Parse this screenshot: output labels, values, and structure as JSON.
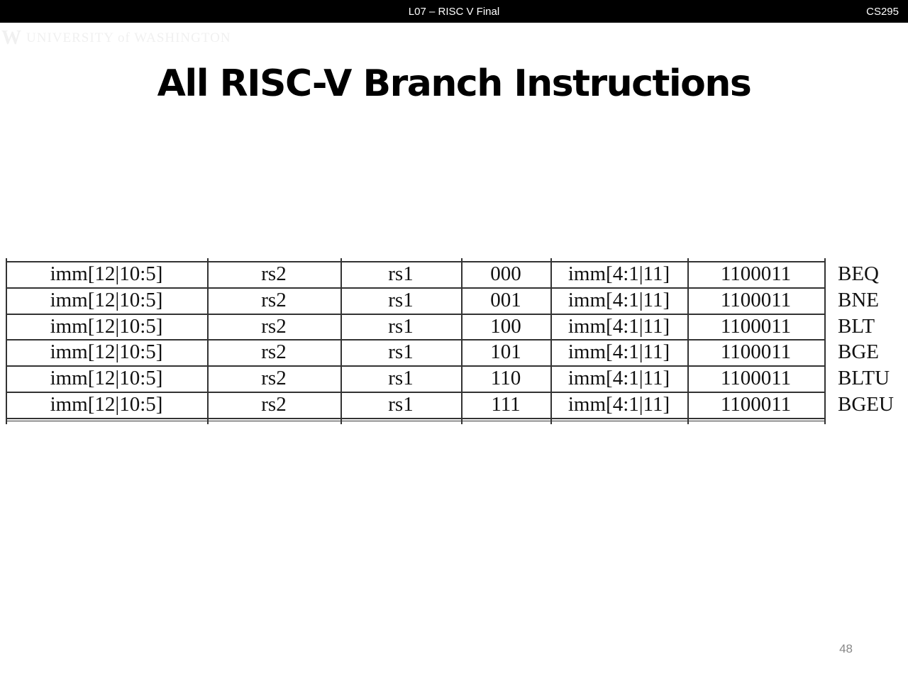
{
  "header": {
    "title": "L07 – RISC V Final",
    "course": "CS295"
  },
  "logo": {
    "mark": "W",
    "text": "UNIVERSITY of WASHINGTON"
  },
  "slide": {
    "title": "All RISC-V Branch Instructions",
    "page_number": "48"
  },
  "table": {
    "rows": [
      {
        "cells": [
          "imm[12|10:5]",
          "rs2",
          "rs1",
          "000",
          "imm[4:1|11]",
          "1100011"
        ],
        "name": "BEQ"
      },
      {
        "cells": [
          "imm[12|10:5]",
          "rs2",
          "rs1",
          "001",
          "imm[4:1|11]",
          "1100011"
        ],
        "name": "BNE"
      },
      {
        "cells": [
          "imm[12|10:5]",
          "rs2",
          "rs1",
          "100",
          "imm[4:1|11]",
          "1100011"
        ],
        "name": "BLT"
      },
      {
        "cells": [
          "imm[12|10:5]",
          "rs2",
          "rs1",
          "101",
          "imm[4:1|11]",
          "1100011"
        ],
        "name": "BGE"
      },
      {
        "cells": [
          "imm[12|10:5]",
          "rs2",
          "rs1",
          "110",
          "imm[4:1|11]",
          "1100011"
        ],
        "name": "BLTU"
      },
      {
        "cells": [
          "imm[12|10:5]",
          "rs2",
          "rs1",
          "111",
          "imm[4:1|11]",
          "1100011"
        ],
        "name": "BGEU"
      }
    ]
  }
}
